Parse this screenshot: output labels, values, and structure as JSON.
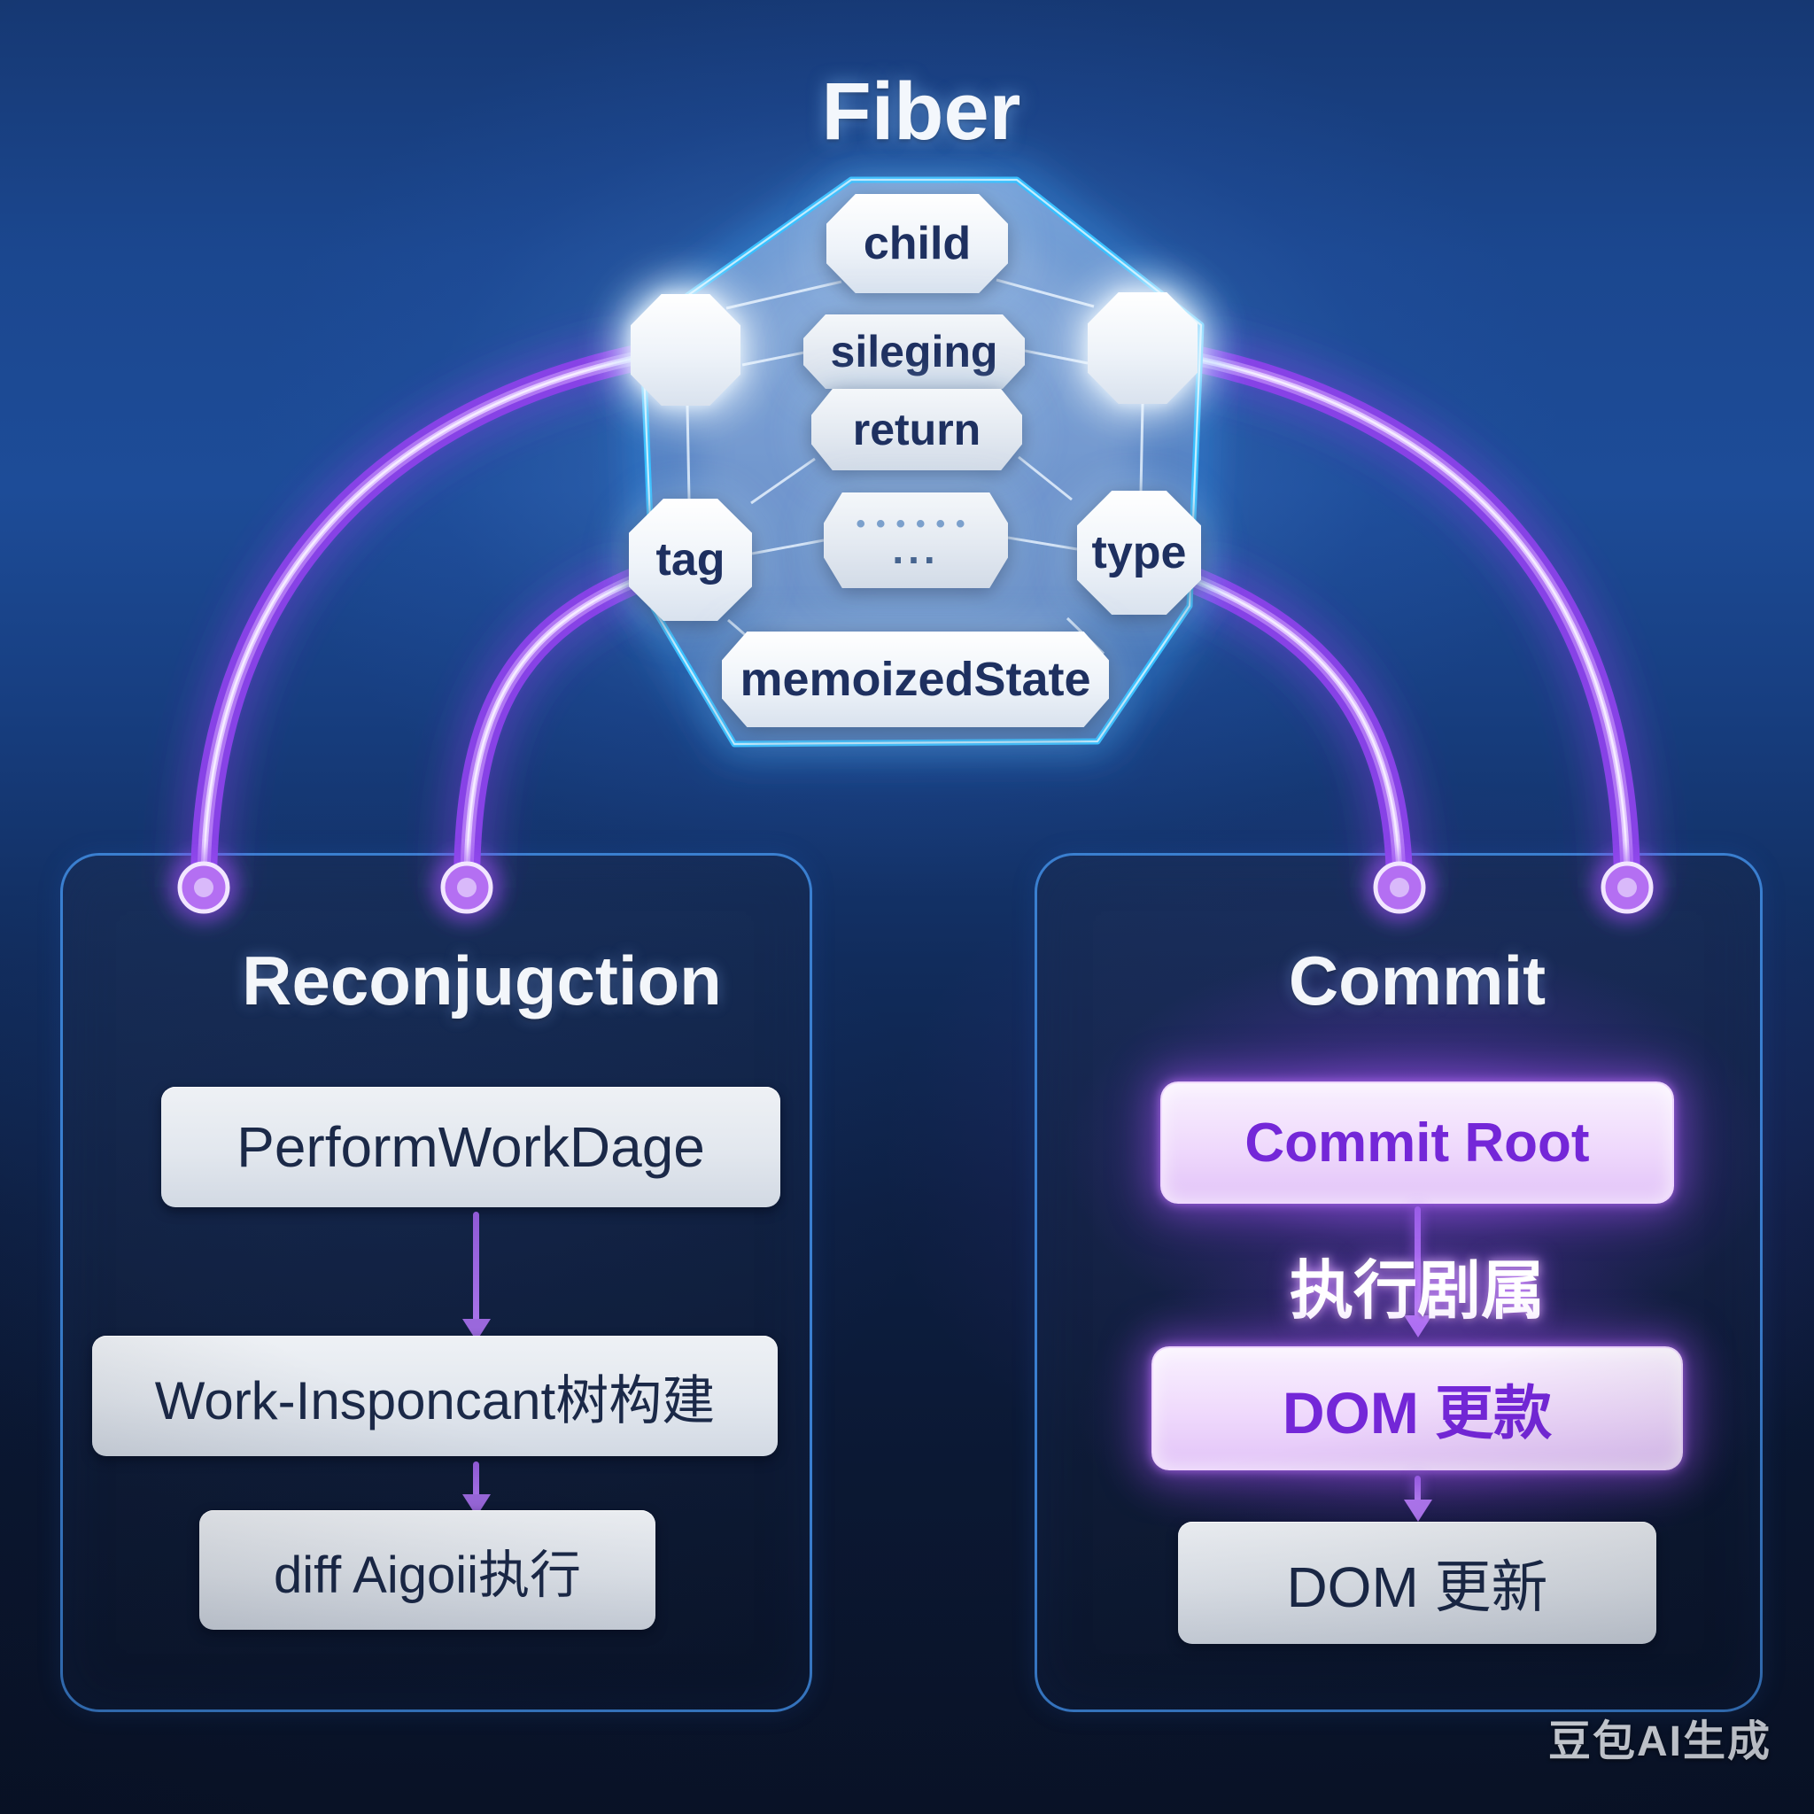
{
  "fiber_diagram": {
    "title": "Fiber",
    "nodes": {
      "child": "child",
      "sibling": "sileging",
      "return_field": "return",
      "tag": "tag",
      "type": "type",
      "dots_row": "••••••",
      "dots_more": "...",
      "memoized_state": "memoizedState"
    }
  },
  "left_panel": {
    "title": "Reconjugction",
    "steps": [
      "PerformWorkDage",
      "Work-Insponcant树构建",
      "diff Aigoii执行"
    ]
  },
  "right_panel": {
    "title": "Commit",
    "steps": [
      "Commit Root",
      "执行剧属",
      "DOM 更款",
      "DOM 更新"
    ]
  },
  "watermark": "豆包AI生成",
  "colors": {
    "hexagon_glow": "#41c6ff",
    "fiber_arc_purple": "#8a42e6",
    "panel_border": "#3a7fd0",
    "commit_accent": "#7427d8"
  }
}
